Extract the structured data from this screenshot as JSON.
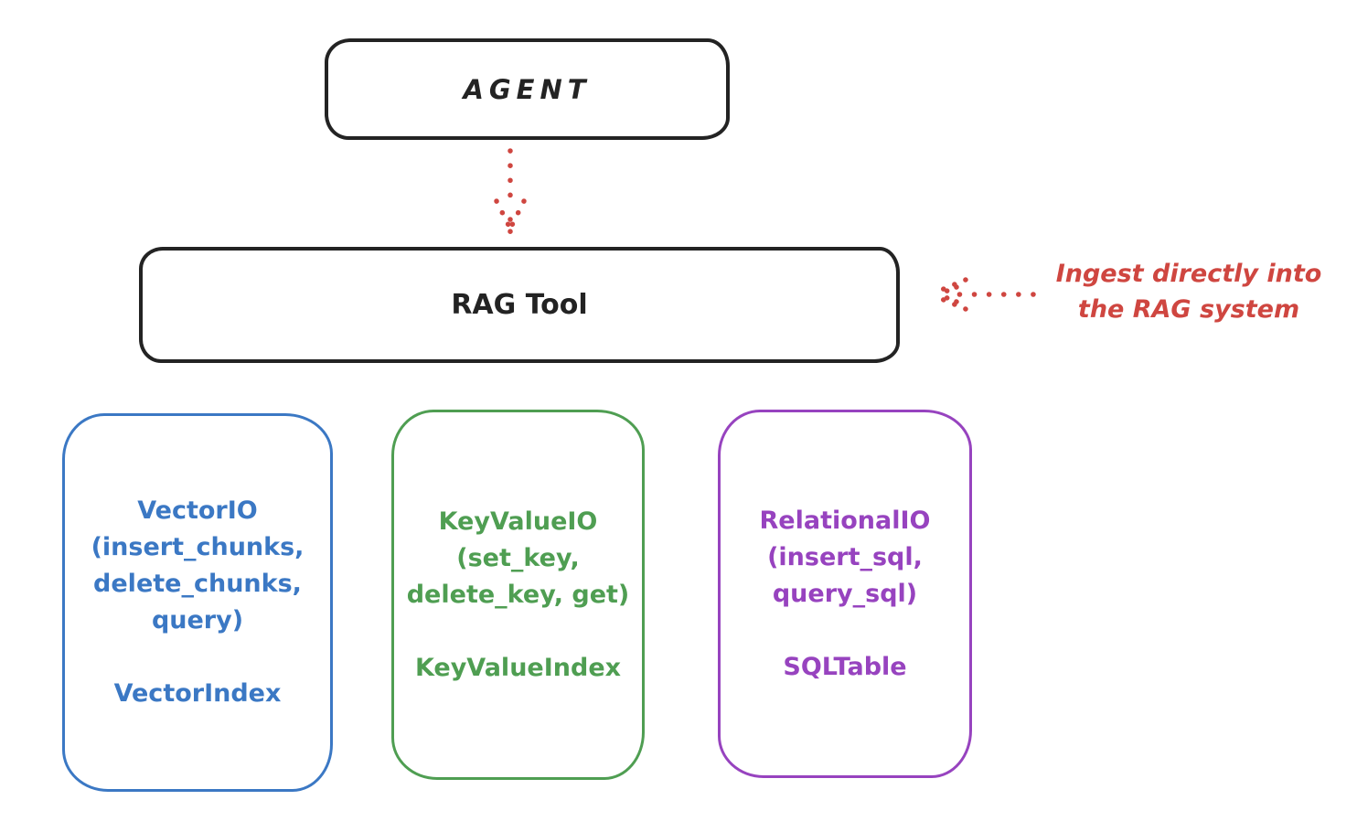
{
  "agent": {
    "label": "AGENT"
  },
  "rag_tool": {
    "label": "RAG Tool"
  },
  "annotation": {
    "text": "Ingest directly into\nthe RAG system",
    "color": "#cf4640"
  },
  "arrows": {
    "agent_to_rag": "dotted-red-arrow-down",
    "annotation_to_rag": "dotted-red-arrow-left"
  },
  "io_boxes": [
    {
      "name": "vector-io",
      "io_label": "VectorIO\n(insert_chunks,\ndelete_chunks,\nquery)",
      "index_label": "VectorIndex",
      "color": "#3b78c4"
    },
    {
      "name": "keyvalue-io",
      "io_label": "KeyValueIO\n(set_key,\ndelete_key, get)",
      "index_label": "KeyValueIndex",
      "color": "#4f9e52"
    },
    {
      "name": "relational-io",
      "io_label": "RelationalIO\n(insert_sql,\nquery_sql)",
      "index_label": "SQLTable",
      "color": "#9743bf"
    }
  ],
  "colors": {
    "ink": "#232323",
    "red": "#cf4640",
    "blue": "#3b78c4",
    "green": "#4f9e52",
    "purple": "#9743bf",
    "background": "#ffffff"
  }
}
